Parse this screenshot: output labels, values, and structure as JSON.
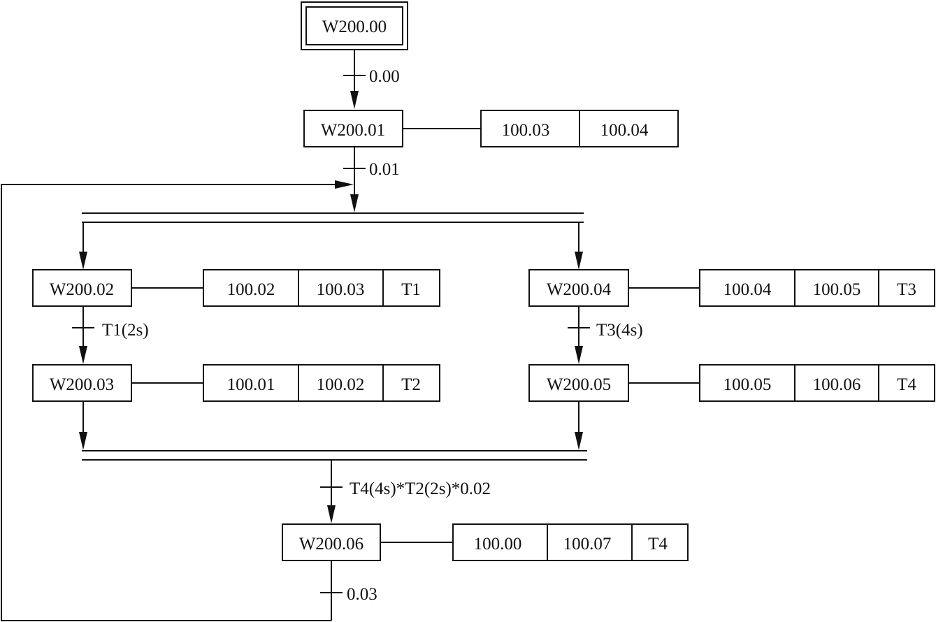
{
  "steps": {
    "initial": "W200.00",
    "s01": "W200.01",
    "s02": "W200.02",
    "s03": "W200.03",
    "s04": "W200.04",
    "s05": "W200.05",
    "s06": "W200.06"
  },
  "actions": {
    "s01": [
      "100.03",
      "100.04"
    ],
    "s02": [
      "100.02",
      "100.03",
      "T1"
    ],
    "s03": [
      "100.01",
      "100.02",
      "T2"
    ],
    "s04": [
      "100.04",
      "100.05",
      "T3"
    ],
    "s05": [
      "100.05",
      "100.06",
      "T4"
    ],
    "s06": [
      "100.00",
      "100.07",
      "T4"
    ]
  },
  "transitions": {
    "t0": "0.00",
    "t1": "0.01",
    "t2": "T1(2s)",
    "t3": "T3(4s)",
    "t4": "T4(4s)*T2(2s)*0.02",
    "t5": "0.03"
  }
}
